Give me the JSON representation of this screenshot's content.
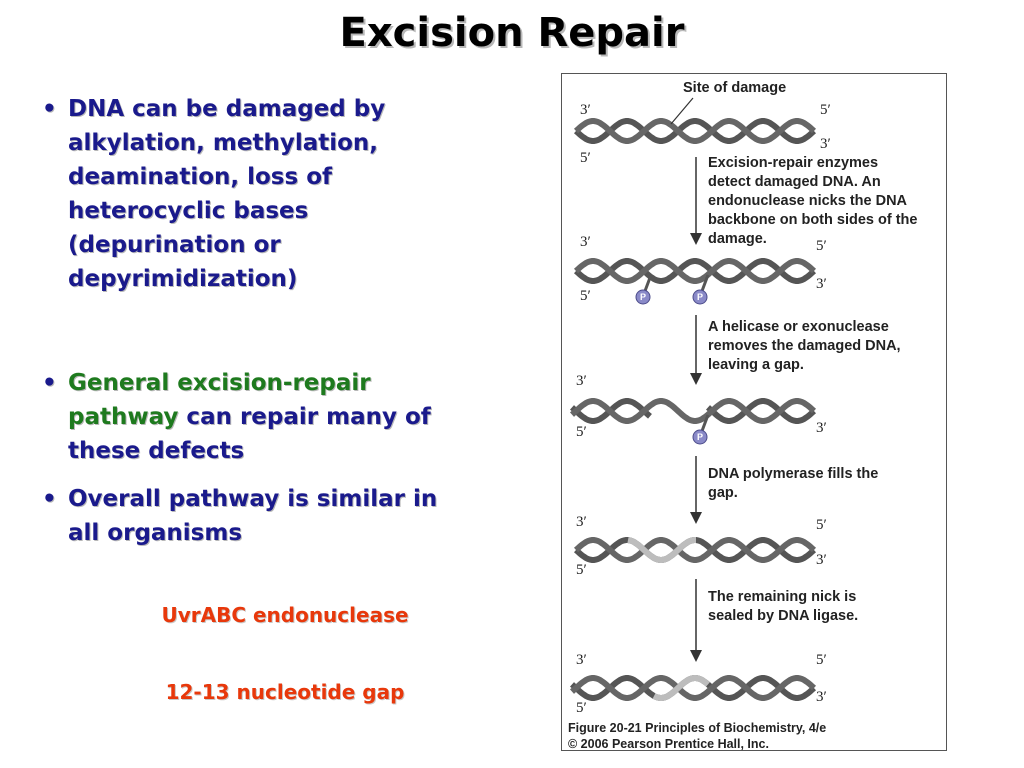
{
  "slide": {
    "title": "Excision Repair",
    "bullets": [
      {
        "text": "DNA can be damaged by alkylation, methylation, deamination, loss of heterocyclic bases (depurination or depyrimidization)"
      },
      {
        "highlight": "General excision-repair pathway",
        "rest": " can repair many of these defects"
      },
      {
        "text": "Overall pathway is similar in all organisms"
      }
    ],
    "notes": [
      "UvrABC endonuclease",
      "12-13 nucleotide gap"
    ]
  },
  "figure": {
    "site_label": "Site of damage",
    "end_3": "3′",
    "end_5": "5′",
    "phosphate": "P",
    "steps": [
      [
        "Excision-repair enzymes",
        "detect damaged DNA. An",
        "endonuclease nicks the DNA",
        "backbone on both sides of the",
        "damage."
      ],
      [
        "A helicase or exonuclease",
        "removes the damaged DNA,",
        "leaving a gap."
      ],
      [
        "DNA polymerase fills the",
        "gap."
      ],
      [
        "The remaining nick is",
        "sealed by DNA ligase."
      ]
    ],
    "caption": [
      "Figure 20-21  Principles of Biochemistry, 4/e",
      "© 2006 Pearson Prentice Hall, Inc."
    ]
  }
}
